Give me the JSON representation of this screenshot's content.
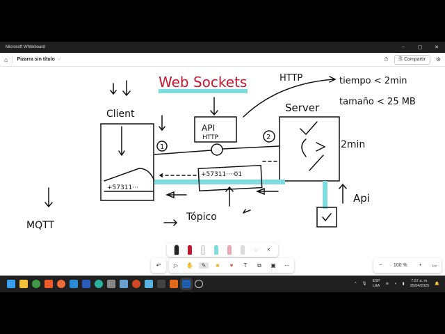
{
  "window": {
    "title": "Microsoft Whiteboard",
    "minimize": "–",
    "maximize": "▢",
    "close": "✕"
  },
  "header": {
    "board_title": "Pizarra sin título",
    "share_label": "Compartir",
    "home_icon": "home-icon",
    "timer_icon": "stopwatch-icon",
    "settings_icon": "gear-icon"
  },
  "board": {
    "title": "Web Sockets",
    "http": "HTTP",
    "time_rule": "tiempo < 2min",
    "size_rule": "tamaño < 25 MB",
    "client": "Client",
    "server": "Server",
    "api_box_1": "API",
    "api_box_2": "HTTP",
    "step_1": "1",
    "step_2": "2",
    "server_time": "2min",
    "phone_client": "+57311···",
    "phone_topic": "+57311····01",
    "topic": "Tópico",
    "api": "Api",
    "mqtt": "MQTT",
    "colors": {
      "ink": "#111111",
      "title": "#c0182f",
      "highlight": "#7fdde0"
    }
  },
  "pen_tray": {
    "tools": [
      "black-pen",
      "red-pen",
      "white-pen",
      "cyan-highlighter",
      "eraser",
      "ruler"
    ],
    "lasso": "lasso-icon",
    "close": "✕"
  },
  "toolbar": {
    "undo": "↶",
    "more": "···",
    "text_tool": "T"
  },
  "zoom": {
    "level": "100 %",
    "zoom_out": "−",
    "zoom_in": "+"
  },
  "taskbar": {
    "language_1": "ESP",
    "language_2": "LAA",
    "time": "7:57 a. m.",
    "date": "25/04/2025"
  }
}
